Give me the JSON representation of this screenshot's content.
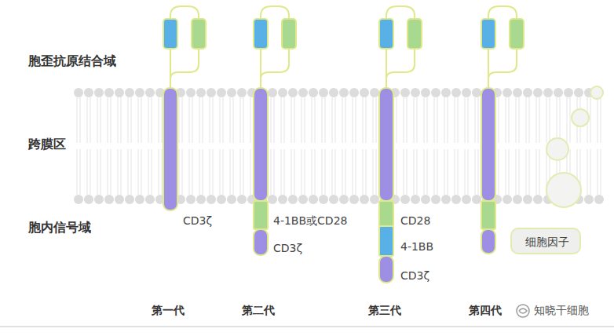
{
  "diagram": {
    "nodes": [
      {
        "text": [
          "细胞因子"
        ]
      }
    ],
    "labels": [
      "胞歪抗原结合域",
      "跨膜区",
      "胞内信号域",
      "CD3ζ",
      "4-1BB或CD28",
      "CD3ζ",
      "CD28",
      "4-1BB",
      "CD3ζ",
      "第一代",
      "第二代",
      "第三代",
      "第四代",
      "知晓干细胞"
    ]
  }
}
